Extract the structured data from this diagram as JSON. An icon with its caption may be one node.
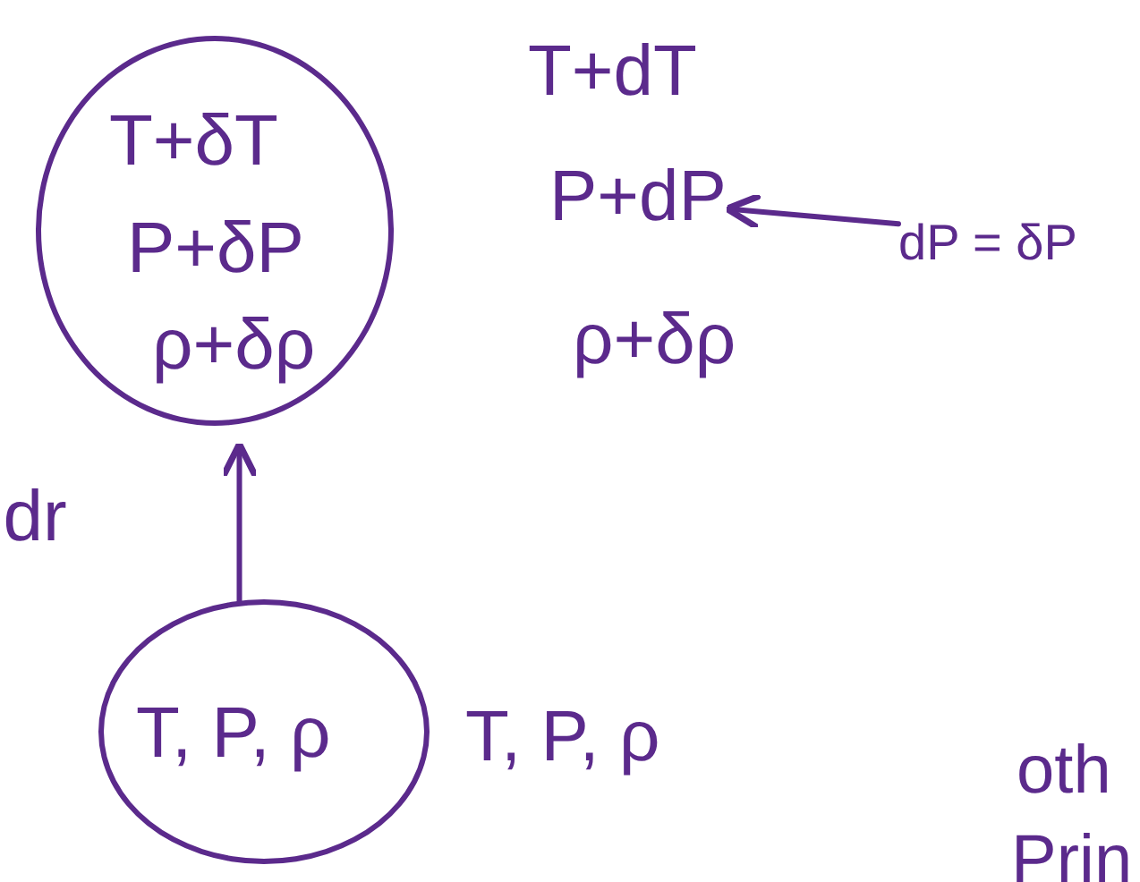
{
  "diagram": {
    "nodes": [
      {
        "text": [
          "T+δT",
          "P+δP",
          "ρ+δρ"
        ]
      },
      {
        "text": [
          "T+dT"
        ]
      },
      {
        "text": [
          "P+dP"
        ]
      },
      {
        "text": [
          "ρ+δρ"
        ]
      },
      {
        "text": [
          "dP = δP"
        ]
      },
      {
        "text": [
          "T, P, ρ"
        ]
      },
      {
        "text": [
          "T, P, ρ"
        ]
      }
    ],
    "edges": [
      {
        "from": 5,
        "to": 0,
        "arrow": "to",
        "label": "dr"
      },
      {
        "from": 4,
        "to": 2,
        "arrow": "to"
      }
    ],
    "labels": [
      "oth",
      "Prin"
    ]
  }
}
